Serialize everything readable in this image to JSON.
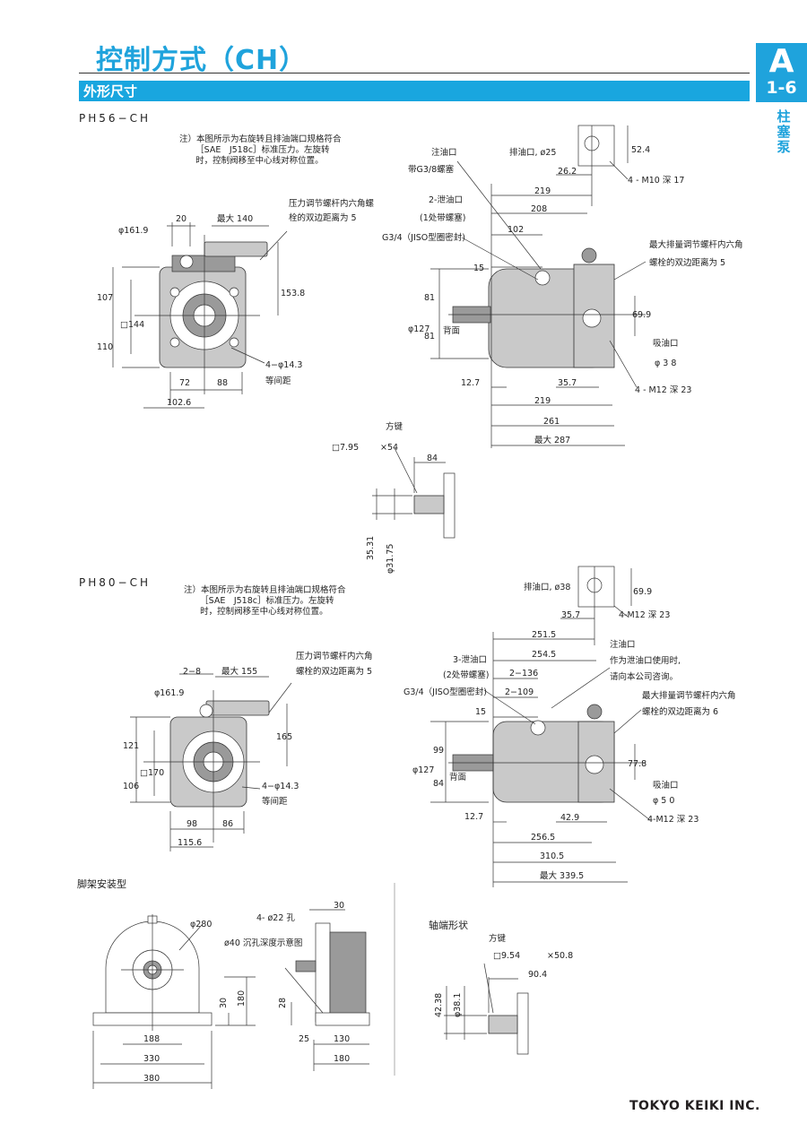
{
  "header": {
    "title": "控制方式（CH）",
    "section_bar": "外形尺寸",
    "tab_letter": "A",
    "tab_number": "1-6",
    "side_label": "柱塞泵",
    "accent_color": "#1fa3dc"
  },
  "ph56": {
    "model": "PH56−CH",
    "note": "注）本图所示为右旋转且排油端口规格符合\n      ［SAE　J518c］标准压力。左旋转\n      时，控制阀移至中心线对称位置。",
    "front": {
      "d1": "φ161.9",
      "d2": "20",
      "d3": "最大 140",
      "d4": "107",
      "d5": "□144",
      "d6": "110",
      "d7": "153.8",
      "d8": "72",
      "d9": "88",
      "d10": "102.6",
      "c1": "压力调节螺杆内六角螺",
      "c2": "栓的双边距离为 5",
      "c3": "4−φ14.3",
      "c4": "等间距"
    },
    "side": {
      "l1": "注油口",
      "l2": "带G3/8螺塞",
      "l3": "2-泄油口",
      "l4": "(1处带螺塞)",
      "l5": "G3/4（JISO型圈密封)",
      "l6": "排油口, ø25",
      "l7": "26.2",
      "l8": "52.4",
      "l9": "4 - M10 深 17",
      "l10": "219",
      "l11": "208",
      "l12": "102",
      "l13": "15",
      "l14": "最大排量调节螺杆内六角",
      "l15": "螺栓的双边距离为 5",
      "l16": "φ127",
      "l17": "81",
      "l18": "81",
      "l19": "背面",
      "l20": "69.9",
      "l21": "吸油口",
      "l22": "φ 3 8",
      "l23": "12.7",
      "l24": "35.7",
      "l25": "4 - M12 深 23",
      "l26": "219",
      "l27": "261",
      "l28": "最大 287"
    },
    "shaft": {
      "s1": "方键",
      "s2": "□7.95",
      "s3": "×54",
      "s4": "84",
      "s5": "35.31",
      "s6": "φ31.75"
    }
  },
  "ph80": {
    "model": "PH80−CH",
    "note": "注）本图所示为右旋转且排油端口规格符合\n      ［SAE　J518c］标准压力。左旋转\n      时，控制阀移至中心线对称位置。",
    "front": {
      "d1": "φ161.9",
      "d2": "2−8",
      "d3": "最大 155",
      "d4": "121",
      "d5": "□170",
      "d6": "106",
      "d7": "165",
      "d8": "98",
      "d9": "86",
      "d10": "115.6",
      "c1": "压力调节螺杆内六角",
      "c2": "螺栓的双边距离为 5",
      "c3": "4−φ14.3",
      "c4": "等间距"
    },
    "side": {
      "l1": "排油口, ø38",
      "l2": "69.9",
      "l3": "35.7",
      "l4": "4-M12 深 23",
      "l5": "251.5",
      "l6": "254.5",
      "l7": "注油口",
      "l8": "作为泄油口使用时,",
      "l9": "请向本公司咨询。",
      "l10": "3-泄油口",
      "l11": "(2处带螺塞)",
      "l12": "G3/4（JISO型圈密封)",
      "l13": "2−136",
      "l14": "2−109",
      "l15": "15",
      "l16": "最大排量调节螺杆内六角",
      "l17": "螺栓的双边距离为 6",
      "l18": "φ127",
      "l19": "99",
      "l20": "84",
      "l21": "背面",
      "l22": "77.8",
      "l23": "吸油口",
      "l24": "φ 5 0",
      "l25": "12.7",
      "l26": "42.9",
      "l27": "4-M12 深 23",
      "l28": "256.5",
      "l29": "310.5",
      "l30": "最大 339.5"
    }
  },
  "bracket": {
    "title": "脚架安装型",
    "b1": "φ280",
    "b2": "4- ø22 孔",
    "b3": "30",
    "b4": "ø40 沉孔深度示意图",
    "b5": "30",
    "b6": "180",
    "b7": "28",
    "b8": "188",
    "b9": "330",
    "b10": "380",
    "b11": "25",
    "b12": "130",
    "b13": "180"
  },
  "shaft80": {
    "title": "轴端形状",
    "s1": "方键",
    "s2": "□9.54",
    "s3": "×50.8",
    "s4": "90.4",
    "s5": "42.38",
    "s6": "φ38.1"
  },
  "footer": {
    "brand": "TOKYO KEIKI INC."
  }
}
